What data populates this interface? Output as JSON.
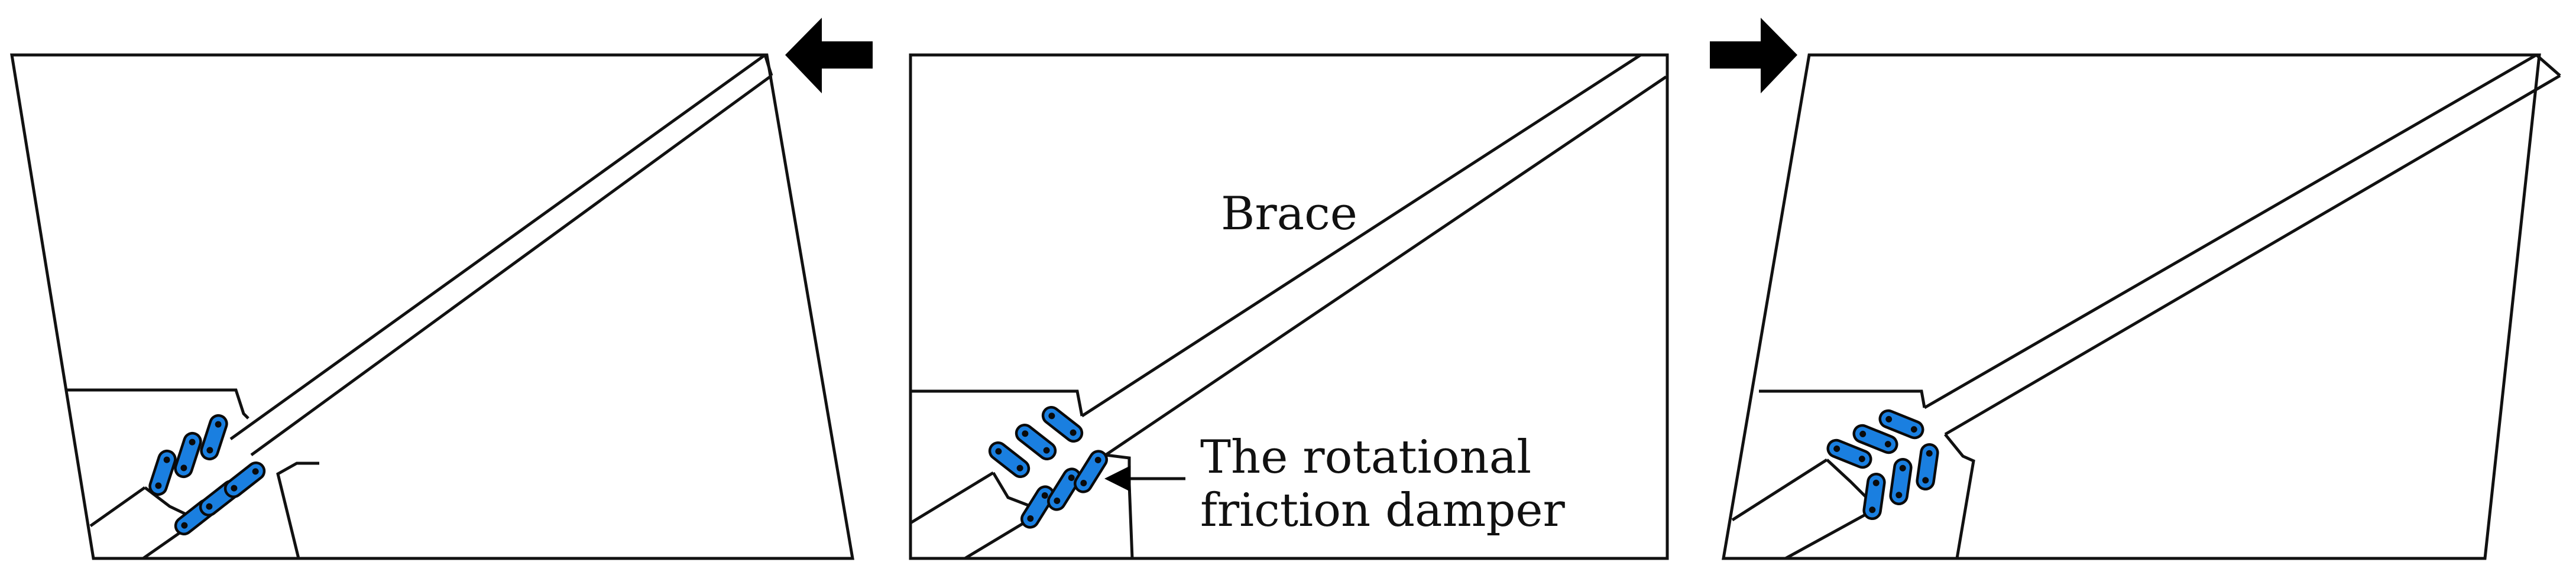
{
  "labels": {
    "brace": "Brace",
    "damper_line1": "The rotational",
    "damper_line2": "friction damper"
  },
  "colors": {
    "damper_fill": "#1a7fe0",
    "outline": "#111111",
    "background": "#ffffff"
  },
  "panels": [
    {
      "id": "left",
      "state": "sway-left",
      "arrow": "arrow-left"
    },
    {
      "id": "center",
      "state": "at-rest",
      "arrow": null
    },
    {
      "id": "right",
      "state": "sway-right",
      "arrow": "arrow-right"
    }
  ]
}
